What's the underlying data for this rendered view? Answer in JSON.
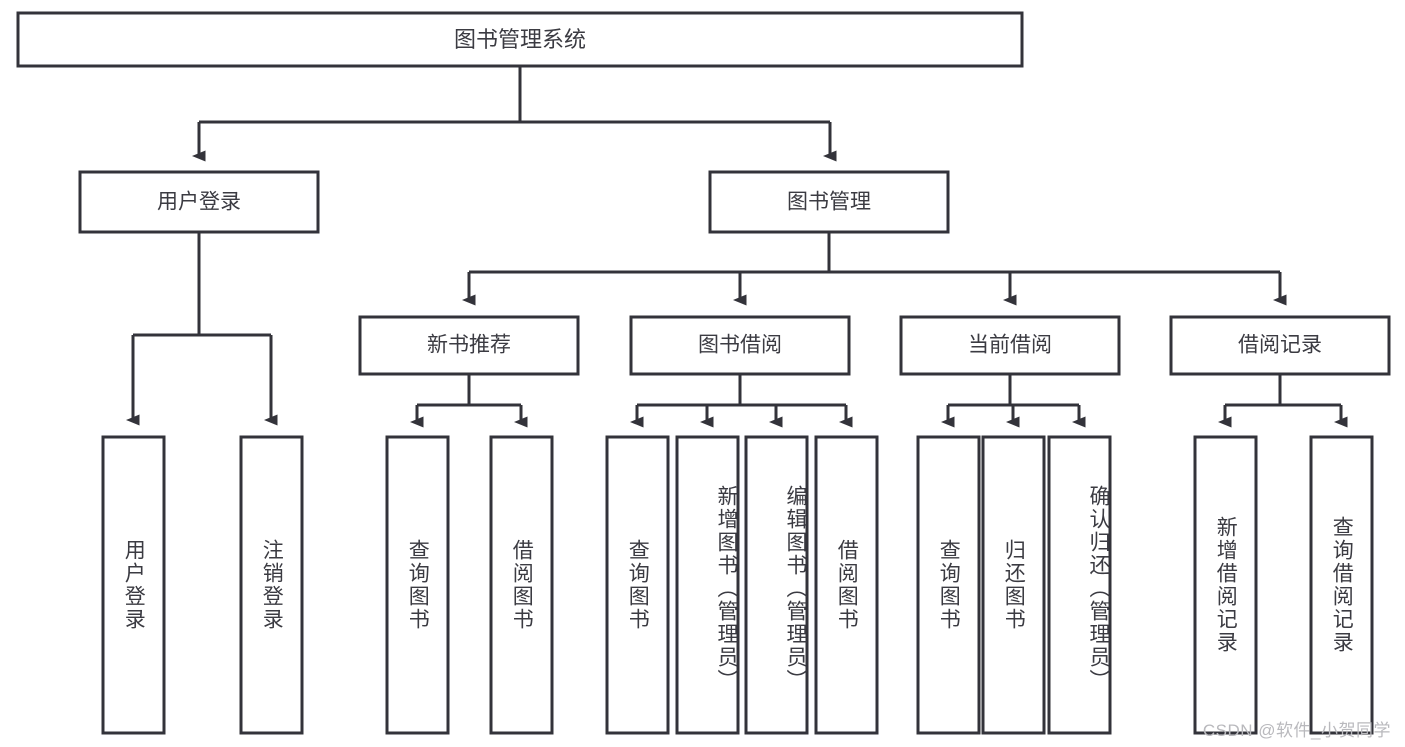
{
  "diagram": {
    "type": "tree",
    "title": "图书管理系统",
    "orientation": "top-down",
    "colors": {
      "box_stroke": "#33333a",
      "box_fill": "#ffffff",
      "connector": "#33333a",
      "text": "#3b3b42",
      "watermark": "#b9b9bd",
      "background": "#ffffff"
    },
    "root": {
      "label": "图书管理系统"
    },
    "level2": [
      {
        "label": "用户登录"
      },
      {
        "label": "图书管理"
      }
    ],
    "level3": [
      {
        "label": "新书推荐"
      },
      {
        "label": "图书借阅"
      },
      {
        "label": "当前借阅"
      },
      {
        "label": "借阅记录"
      }
    ],
    "leaves": {
      "user_login": [
        {
          "label": "用户登录"
        },
        {
          "label": "注销登录"
        }
      ],
      "new_book": [
        {
          "label": "查询图书"
        },
        {
          "label": "借阅图书"
        }
      ],
      "book_borrow": [
        {
          "label": "查询图书"
        },
        {
          "label": "新增图书（管理员）"
        },
        {
          "label": "编辑图书（管理员）"
        },
        {
          "label": "借阅图书"
        }
      ],
      "current_borrow": [
        {
          "label": "查询图书"
        },
        {
          "label": "归还图书"
        },
        {
          "label": "确认归还（管理员）"
        }
      ],
      "borrow_record": [
        {
          "label": "新增借阅记录"
        },
        {
          "label": "查询借阅记录"
        }
      ]
    }
  },
  "watermark": {
    "text": "CSDN @软件_小贺同学"
  }
}
